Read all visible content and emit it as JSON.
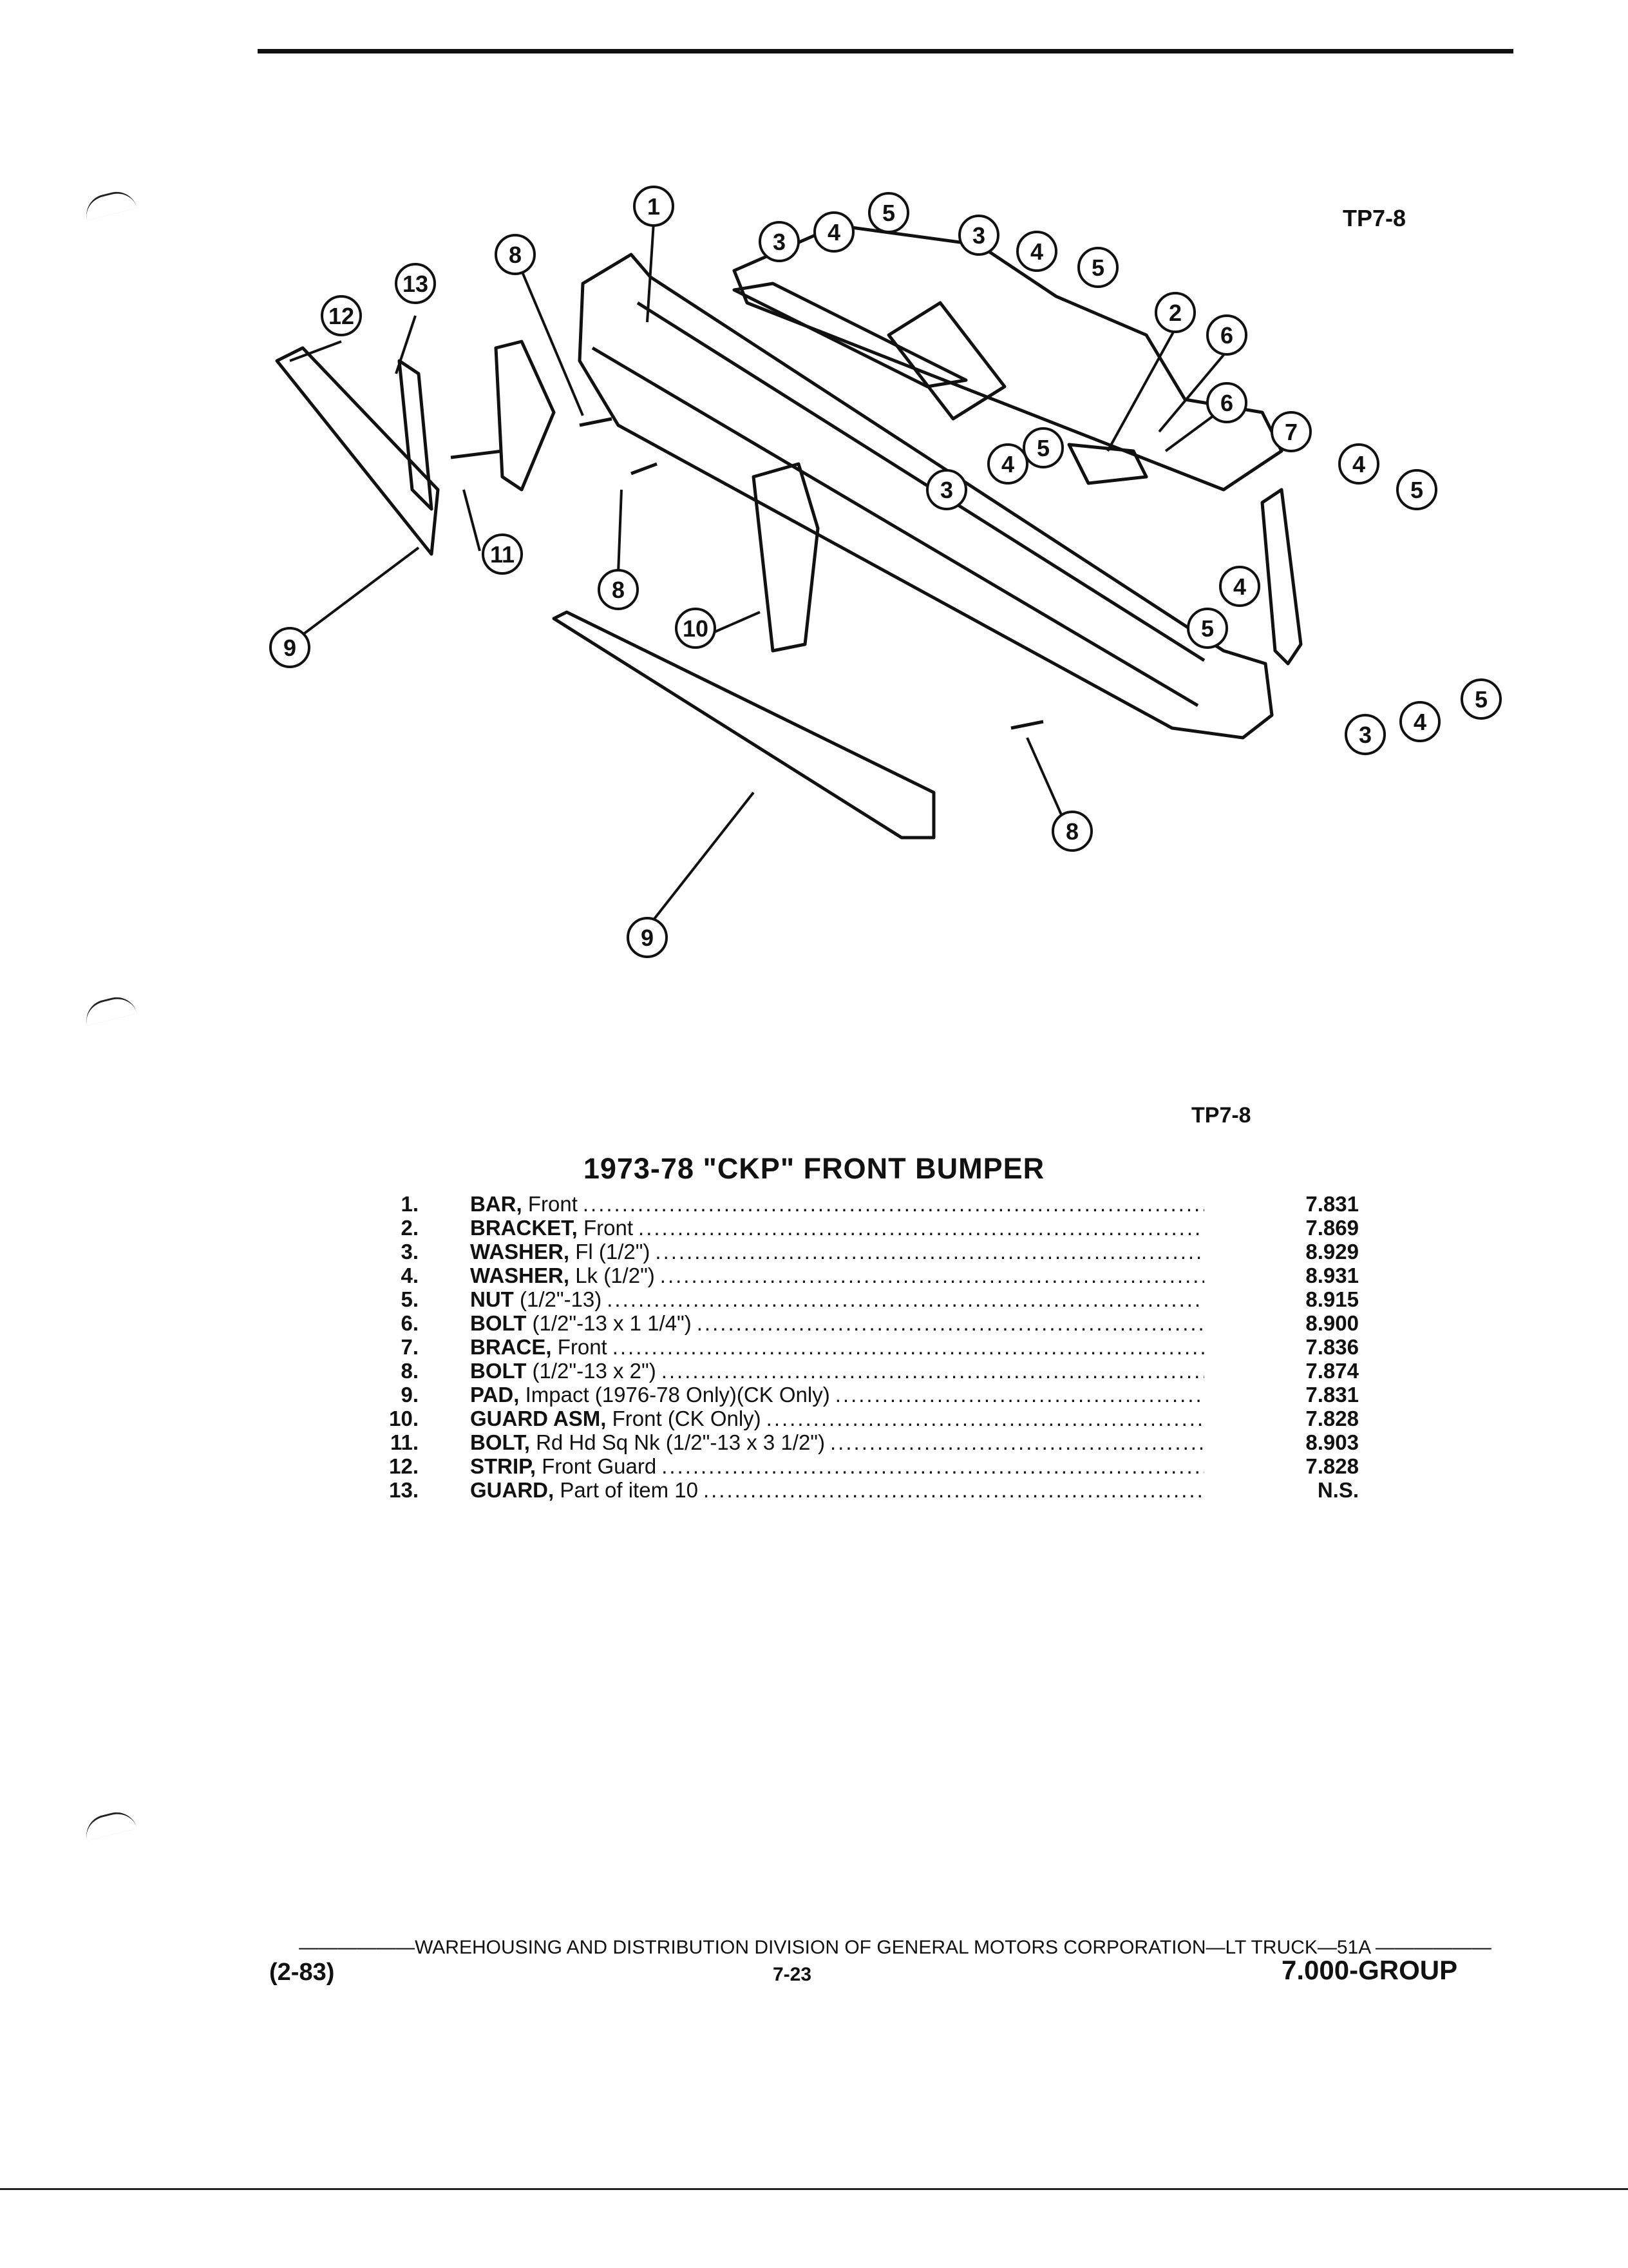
{
  "header": {
    "diagram_ref_top": "TP7-8",
    "diagram_ref_bottom": "TP7-8"
  },
  "callouts": [
    "1",
    "2",
    "3",
    "4",
    "5",
    "6",
    "7",
    "8",
    "9",
    "10",
    "11",
    "12",
    "13"
  ],
  "title": "1973-78 \"CKP\" FRONT BUMPER",
  "parts": [
    {
      "num": "1.",
      "name": "BAR,",
      "detail": "Front",
      "group": "7.831"
    },
    {
      "num": "2.",
      "name": "BRACKET,",
      "detail": "Front",
      "group": "7.869"
    },
    {
      "num": "3.",
      "name": "WASHER,",
      "detail": "Fl (1/2\")",
      "group": "8.929"
    },
    {
      "num": "4.",
      "name": "WASHER,",
      "detail": "Lk (1/2\")",
      "group": "8.931"
    },
    {
      "num": "5.",
      "name": "NUT",
      "detail": "(1/2\"-13)",
      "group": "8.915"
    },
    {
      "num": "6.",
      "name": "BOLT",
      "detail": "(1/2\"-13 x 1 1/4\")",
      "group": "8.900"
    },
    {
      "num": "7.",
      "name": "BRACE,",
      "detail": "Front",
      "group": "7.836"
    },
    {
      "num": "8.",
      "name": "BOLT",
      "detail": "(1/2\"-13 x 2\")",
      "group": "7.874"
    },
    {
      "num": "9.",
      "name": "PAD,",
      "detail": "Impact (1976-78 Only)(CK Only)",
      "group": "7.831"
    },
    {
      "num": "10.",
      "name": "GUARD ASM,",
      "detail": "Front (CK Only)",
      "group": "7.828"
    },
    {
      "num": "11.",
      "name": "BOLT,",
      "detail": "Rd Hd Sq Nk (1/2\"-13 x 3 1/2\")",
      "group": "8.903"
    },
    {
      "num": "12.",
      "name": "STRIP,",
      "detail": "Front Guard",
      "group": "7.828"
    },
    {
      "num": "13.",
      "name": "GUARD,",
      "detail": "Part of item 10",
      "group": "N.S."
    }
  ],
  "footer": {
    "line": "——————WAREHOUSING AND DISTRIBUTION DIVISION OF GENERAL MOTORS CORPORATION—LT TRUCK—51A ——————",
    "date": "(2-83)",
    "page": "7-23",
    "group": "7.000-GROUP"
  }
}
